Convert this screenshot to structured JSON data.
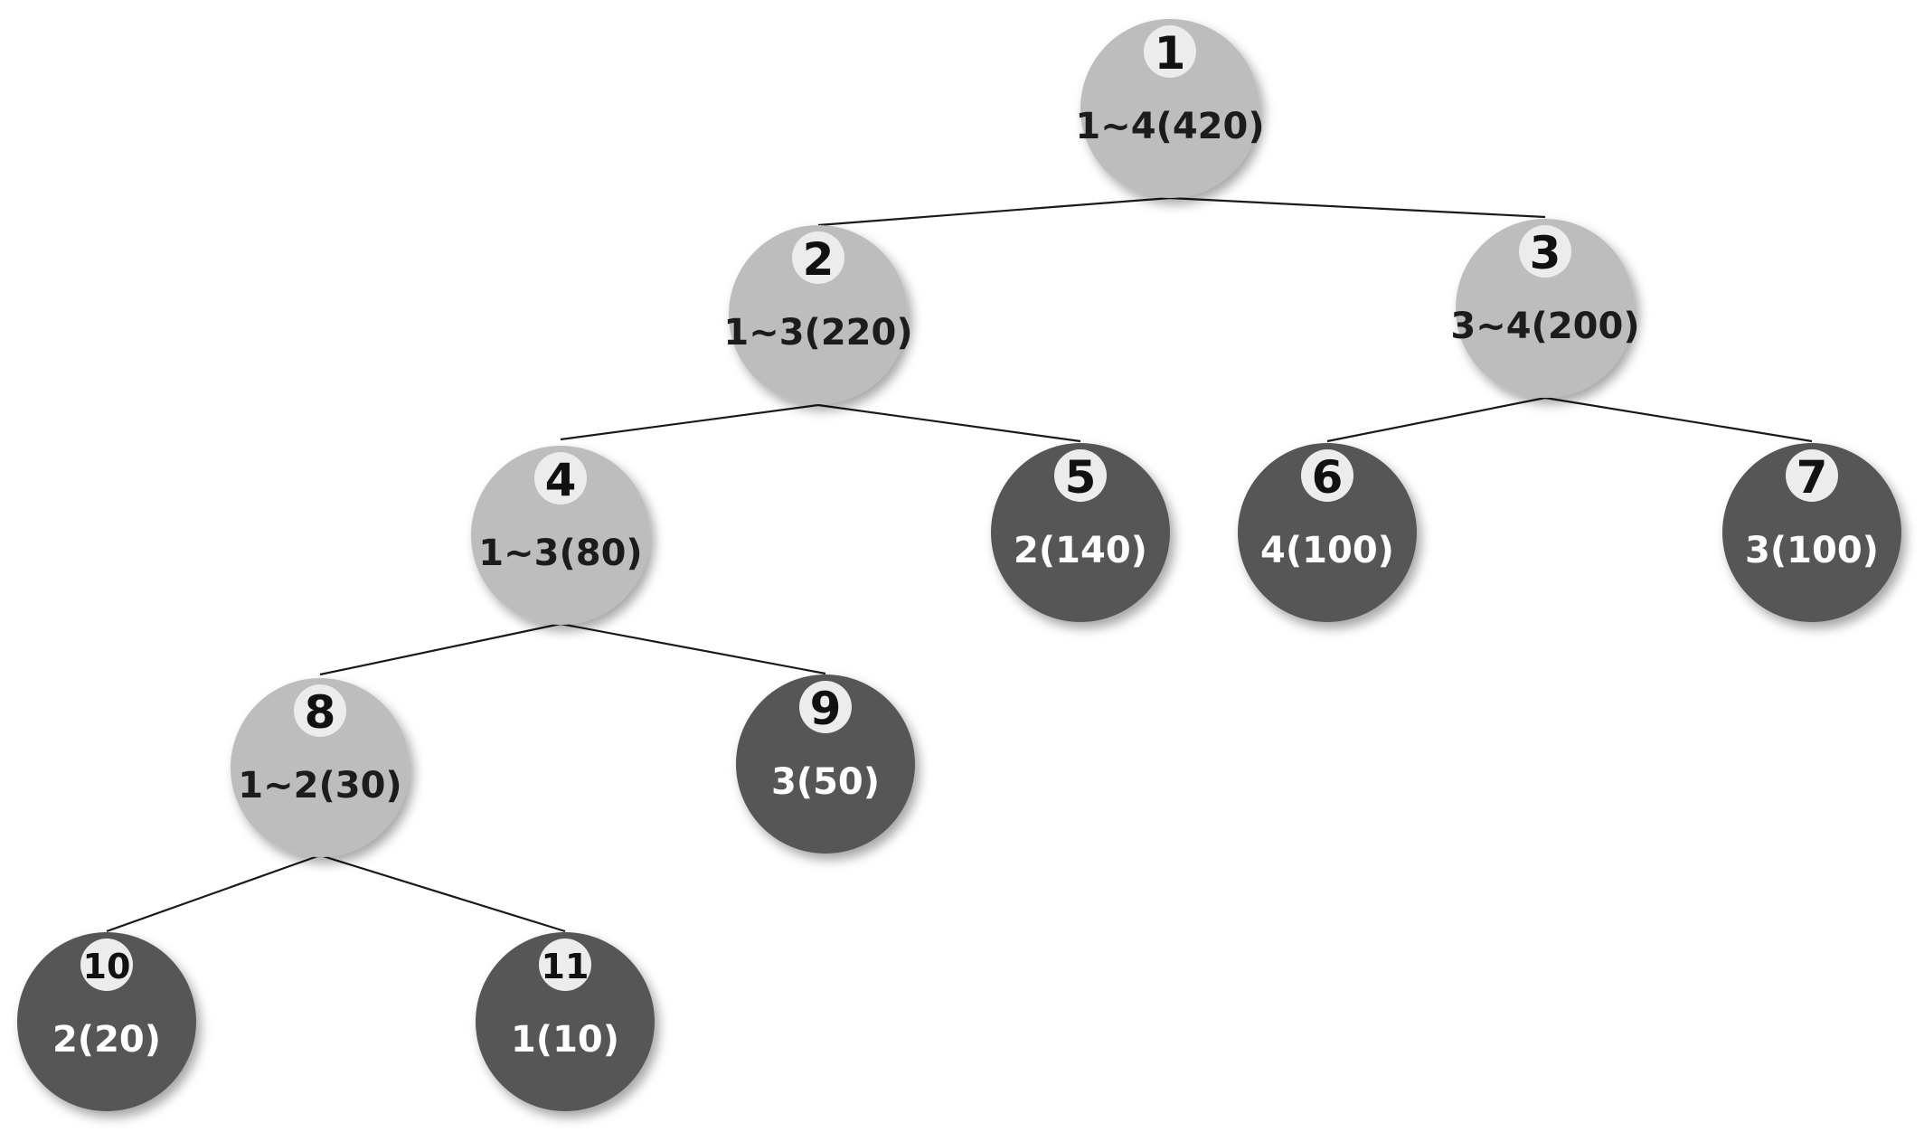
{
  "tree": {
    "nodes": [
      {
        "id": "1",
        "label": "1~4(420)",
        "kind": "internal"
      },
      {
        "id": "2",
        "label": "1~3(220)",
        "kind": "internal"
      },
      {
        "id": "3",
        "label": "3~4(200)",
        "kind": "internal"
      },
      {
        "id": "4",
        "label": "1~3(80)",
        "kind": "internal"
      },
      {
        "id": "5",
        "label": "2(140)",
        "kind": "leaf"
      },
      {
        "id": "6",
        "label": "4(100)",
        "kind": "leaf"
      },
      {
        "id": "7",
        "label": "3(100)",
        "kind": "leaf"
      },
      {
        "id": "8",
        "label": "1~2(30)",
        "kind": "internal"
      },
      {
        "id": "9",
        "label": "3(50)",
        "kind": "leaf"
      },
      {
        "id": "10",
        "label": "2(20)",
        "kind": "leaf"
      },
      {
        "id": "11",
        "label": "1(10)",
        "kind": "leaf"
      }
    ],
    "edges": [
      [
        "1",
        "2"
      ],
      [
        "1",
        "3"
      ],
      [
        "2",
        "4"
      ],
      [
        "2",
        "5"
      ],
      [
        "3",
        "6"
      ],
      [
        "3",
        "7"
      ],
      [
        "4",
        "8"
      ],
      [
        "4",
        "9"
      ],
      [
        "8",
        "10"
      ],
      [
        "8",
        "11"
      ]
    ]
  }
}
